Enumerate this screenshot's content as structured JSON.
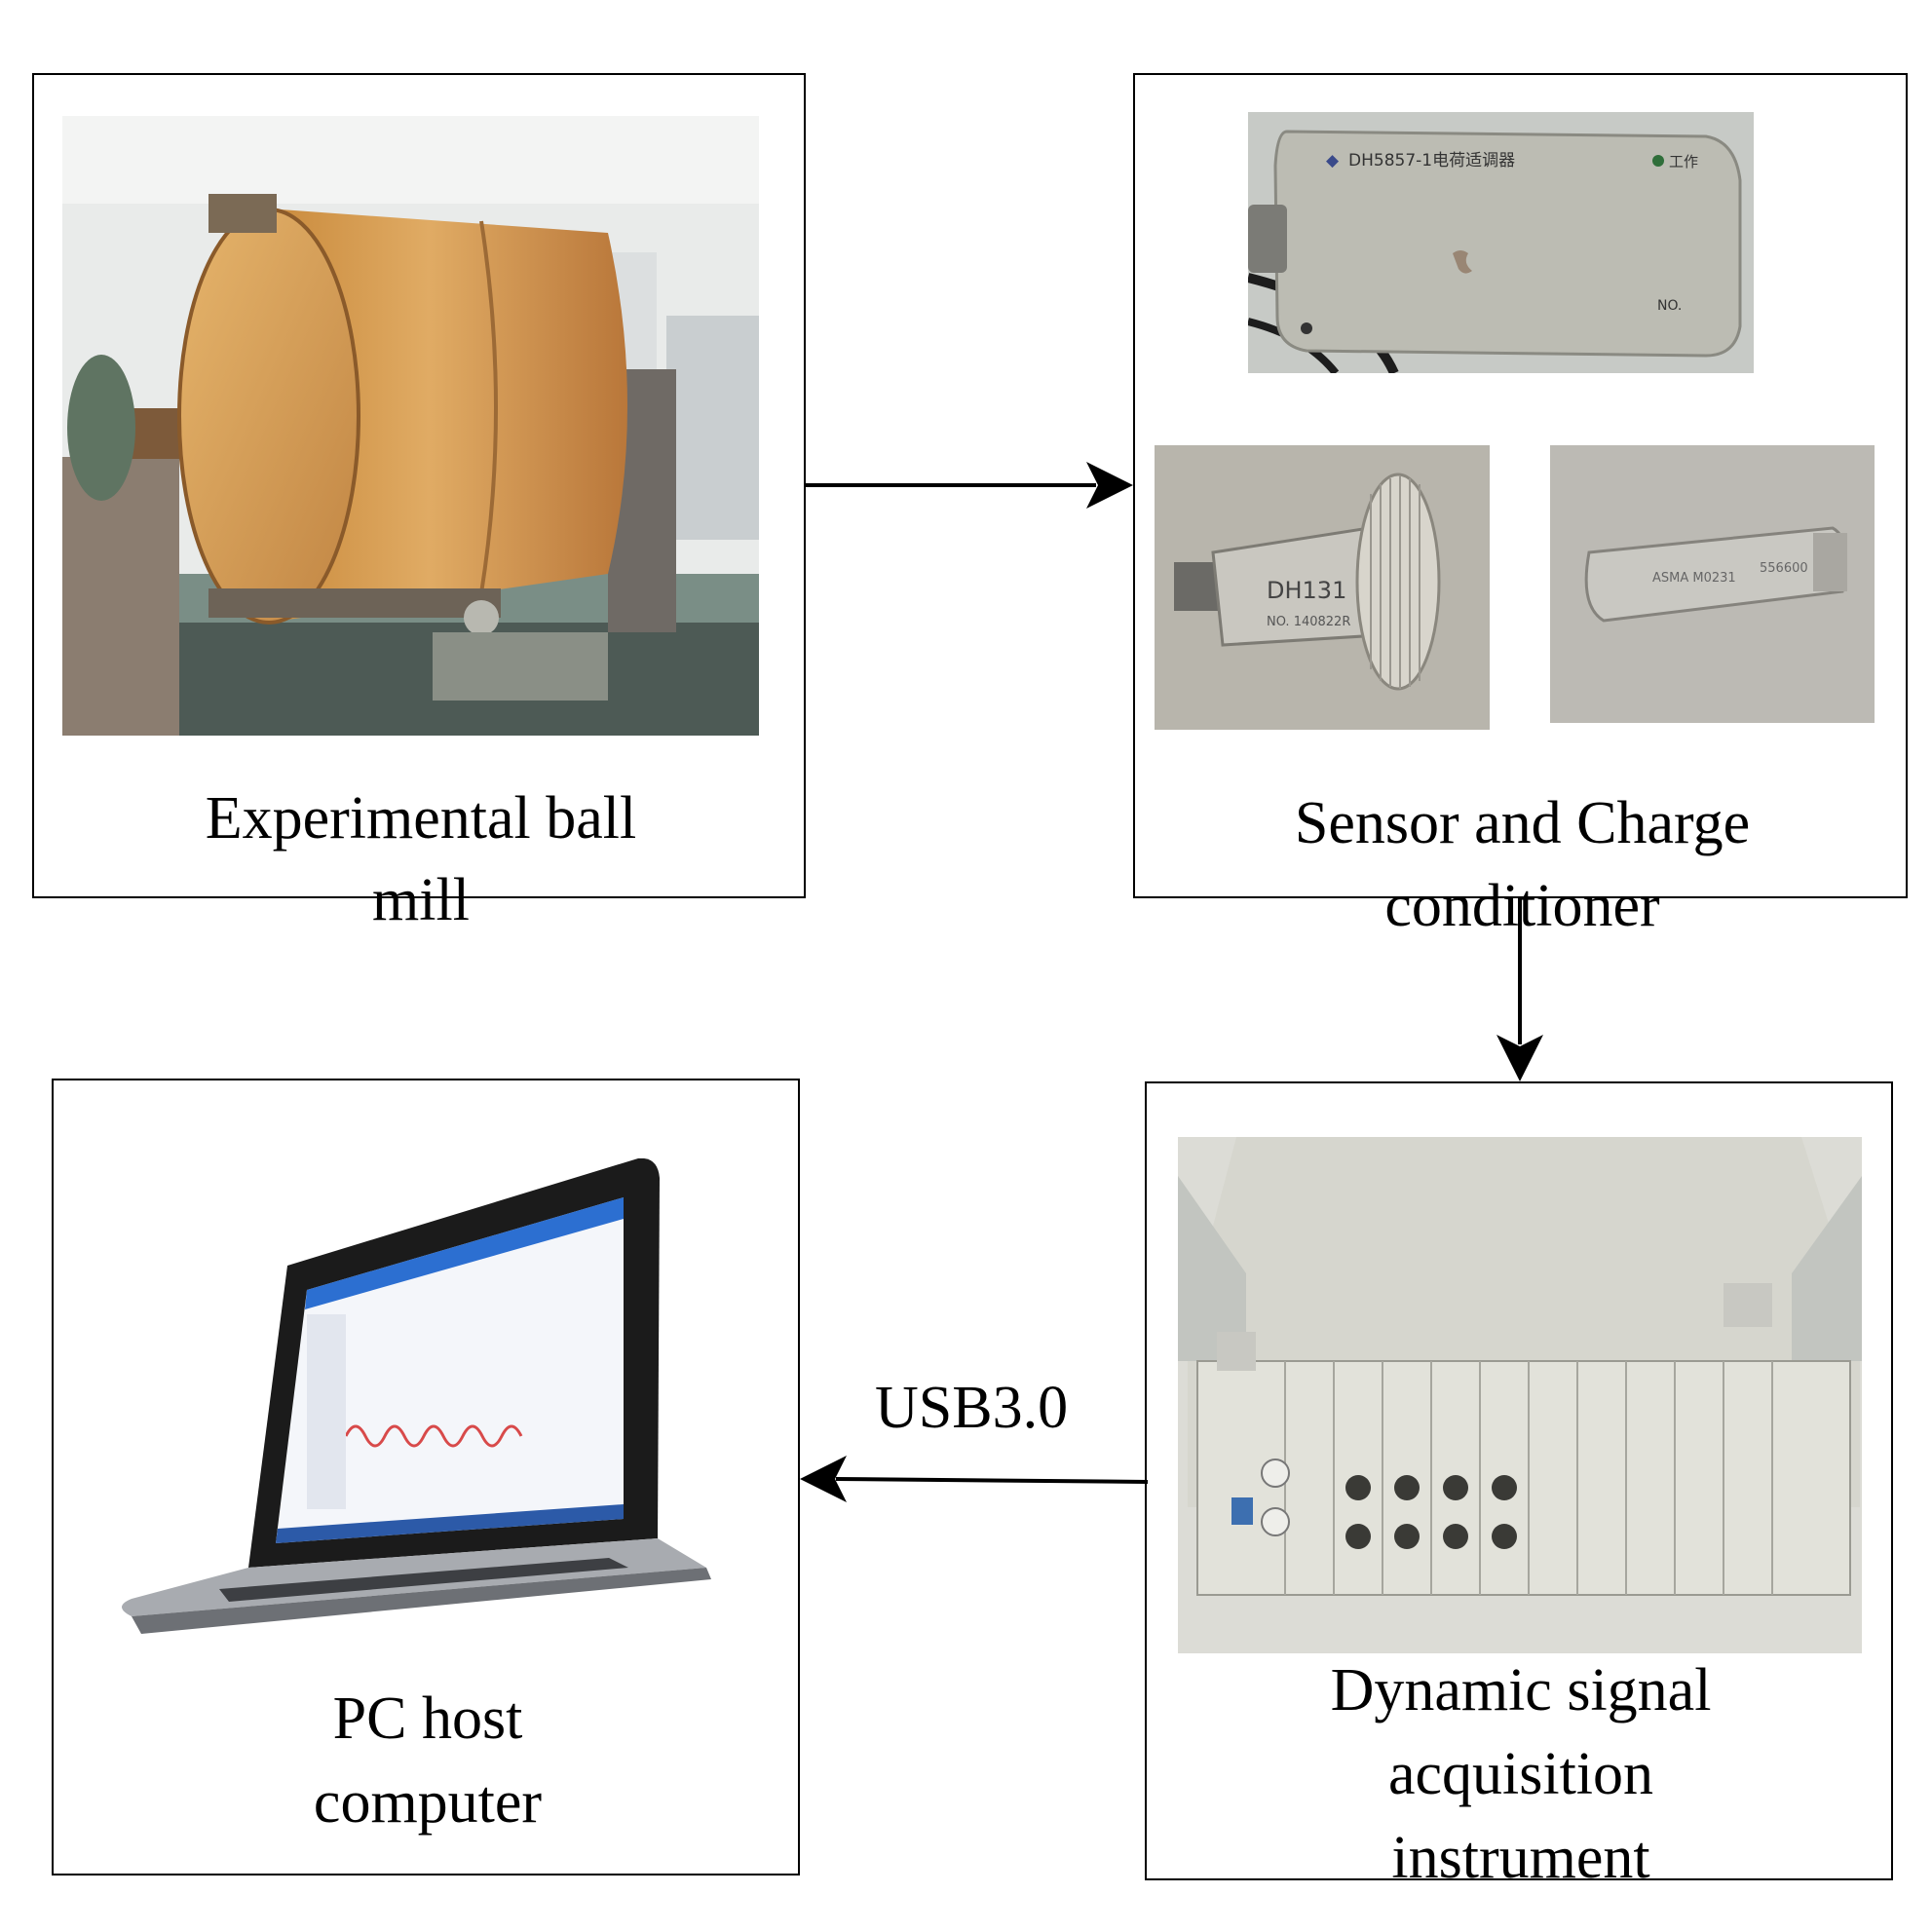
{
  "nodes": {
    "ball_mill": {
      "label_line1": "Experimental ball",
      "label_line2": "mill"
    },
    "sensor": {
      "label_line1": "Sensor and Charge",
      "label_line2": "conditioner",
      "conditioner_model": "DH5857-1电荷适调器",
      "conditioner_status": "工作",
      "conditioner_no": "NO.",
      "sensor1_model": "DH131",
      "sensor1_no": "NO. 140822R",
      "sensor2_model": "ASMA M0231",
      "sensor2_no": "556600"
    },
    "daq": {
      "label_line1": "Dynamic signal",
      "label_line2": "acquisition",
      "label_line3": "instrument"
    },
    "pc": {
      "label_line1": "PC host",
      "label_line2": "computer"
    }
  },
  "connections": [
    {
      "from": "ball_mill",
      "to": "sensor",
      "label": ""
    },
    {
      "from": "sensor",
      "to": "daq",
      "label": ""
    },
    {
      "from": "daq",
      "to": "pc",
      "label": "USB3.0"
    }
  ]
}
